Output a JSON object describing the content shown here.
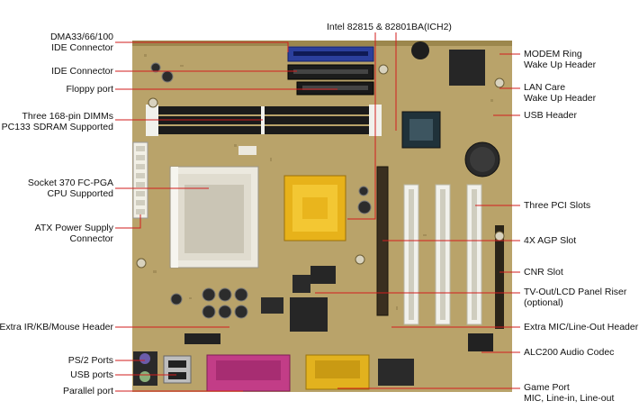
{
  "diagram": {
    "top_label": "Intel 82815 & 82801BA(ICH2)",
    "left_labels": [
      {
        "id": "ide-connector-dma",
        "lines": [
          "DMA33/66/100",
          "IDE Connector"
        ]
      },
      {
        "id": "ide-connector",
        "lines": [
          "IDE Connector"
        ]
      },
      {
        "id": "floppy-port",
        "lines": [
          "Floppy port"
        ]
      },
      {
        "id": "dimm-slots",
        "lines": [
          "Three 168-pin DIMMs",
          "PC133 SDRAM Supported"
        ]
      },
      {
        "id": "cpu-socket",
        "lines": [
          "Socket 370 FC-PGA",
          "CPU Supported"
        ]
      },
      {
        "id": "atx-power",
        "lines": [
          "ATX Power Supply",
          "Connector"
        ]
      },
      {
        "id": "extra-ir-header",
        "lines": [
          "Extra IR/KB/Mouse Header"
        ]
      },
      {
        "id": "ps2-ports",
        "lines": [
          "PS/2 Ports"
        ]
      },
      {
        "id": "usb-ports",
        "lines": [
          "USB ports"
        ]
      },
      {
        "id": "parallel-port",
        "lines": [
          "Parallel port"
        ]
      }
    ],
    "right_labels": [
      {
        "id": "modem-ring-header",
        "lines": [
          "MODEM Ring",
          "Wake Up Header"
        ]
      },
      {
        "id": "lan-care-header",
        "lines": [
          "LAN Care",
          "Wake Up Header"
        ]
      },
      {
        "id": "usb-header",
        "lines": [
          "USB Header"
        ]
      },
      {
        "id": "pci-slots",
        "lines": [
          "Three PCI Slots"
        ]
      },
      {
        "id": "agp-slot",
        "lines": [
          "4X AGP Slot"
        ]
      },
      {
        "id": "cnr-slot",
        "lines": [
          "CNR Slot"
        ]
      },
      {
        "id": "tv-out-riser",
        "lines": [
          "TV-Out/LCD Panel Riser",
          "(optional)"
        ]
      },
      {
        "id": "extra-mic-header",
        "lines": [
          "Extra MIC/Line-Out Header"
        ]
      },
      {
        "id": "audio-codec",
        "lines": [
          "ALC200 Audio Codec"
        ]
      },
      {
        "id": "game-port",
        "lines": [
          "Game Port",
          "MIC, Line-in, Line-out"
        ]
      }
    ]
  },
  "colors": {
    "pcb": "#b9a36a",
    "pcb_dark": "#8f7b45",
    "leader_line": "#d21e1e",
    "label_text": "#111111",
    "ide_blue": "#2b3f9c",
    "slot_white": "#f1f1ec",
    "heatsink_gold": "#e7b21a",
    "parallel_pink": "#c23d87",
    "game_yellow": "#e2b21e"
  }
}
